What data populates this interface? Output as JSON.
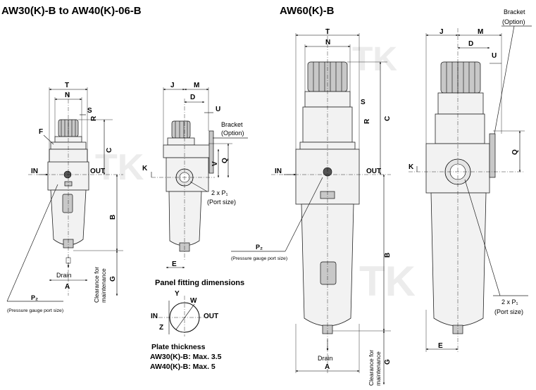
{
  "titles": {
    "left": "AW30(K)-B to AW40(K)-06-B",
    "right": "AW60(K)-B"
  },
  "watermark": "TK",
  "labels": {
    "T": "T",
    "N": "N",
    "S": "S",
    "F": "F",
    "R": "R",
    "C": "C",
    "IN": "IN",
    "OUT": "OUT",
    "B": "B",
    "A": "A",
    "E": "E",
    "J": "J",
    "M": "M",
    "D": "D",
    "U": "U",
    "K": "K",
    "V": "V",
    "Q": "Q",
    "G": "G",
    "Y": "Y",
    "W": "W",
    "Z": "Z",
    "drain": "Drain",
    "p2": "P₂",
    "p2_note": "(Pressure gauge port size)",
    "two_x_p": "2 x P₁",
    "port_size": "(Port size)",
    "bracket": "Bracket",
    "option": "(Option)",
    "clearance": "Clearance for",
    "maintenance": "maintenance"
  },
  "panel": {
    "title": "Panel fitting dimensions",
    "plate_title": "Plate thickness",
    "line1": "AW30(K)-B: Max. 3.5",
    "line2": "AW40(K)-B: Max. 5"
  }
}
